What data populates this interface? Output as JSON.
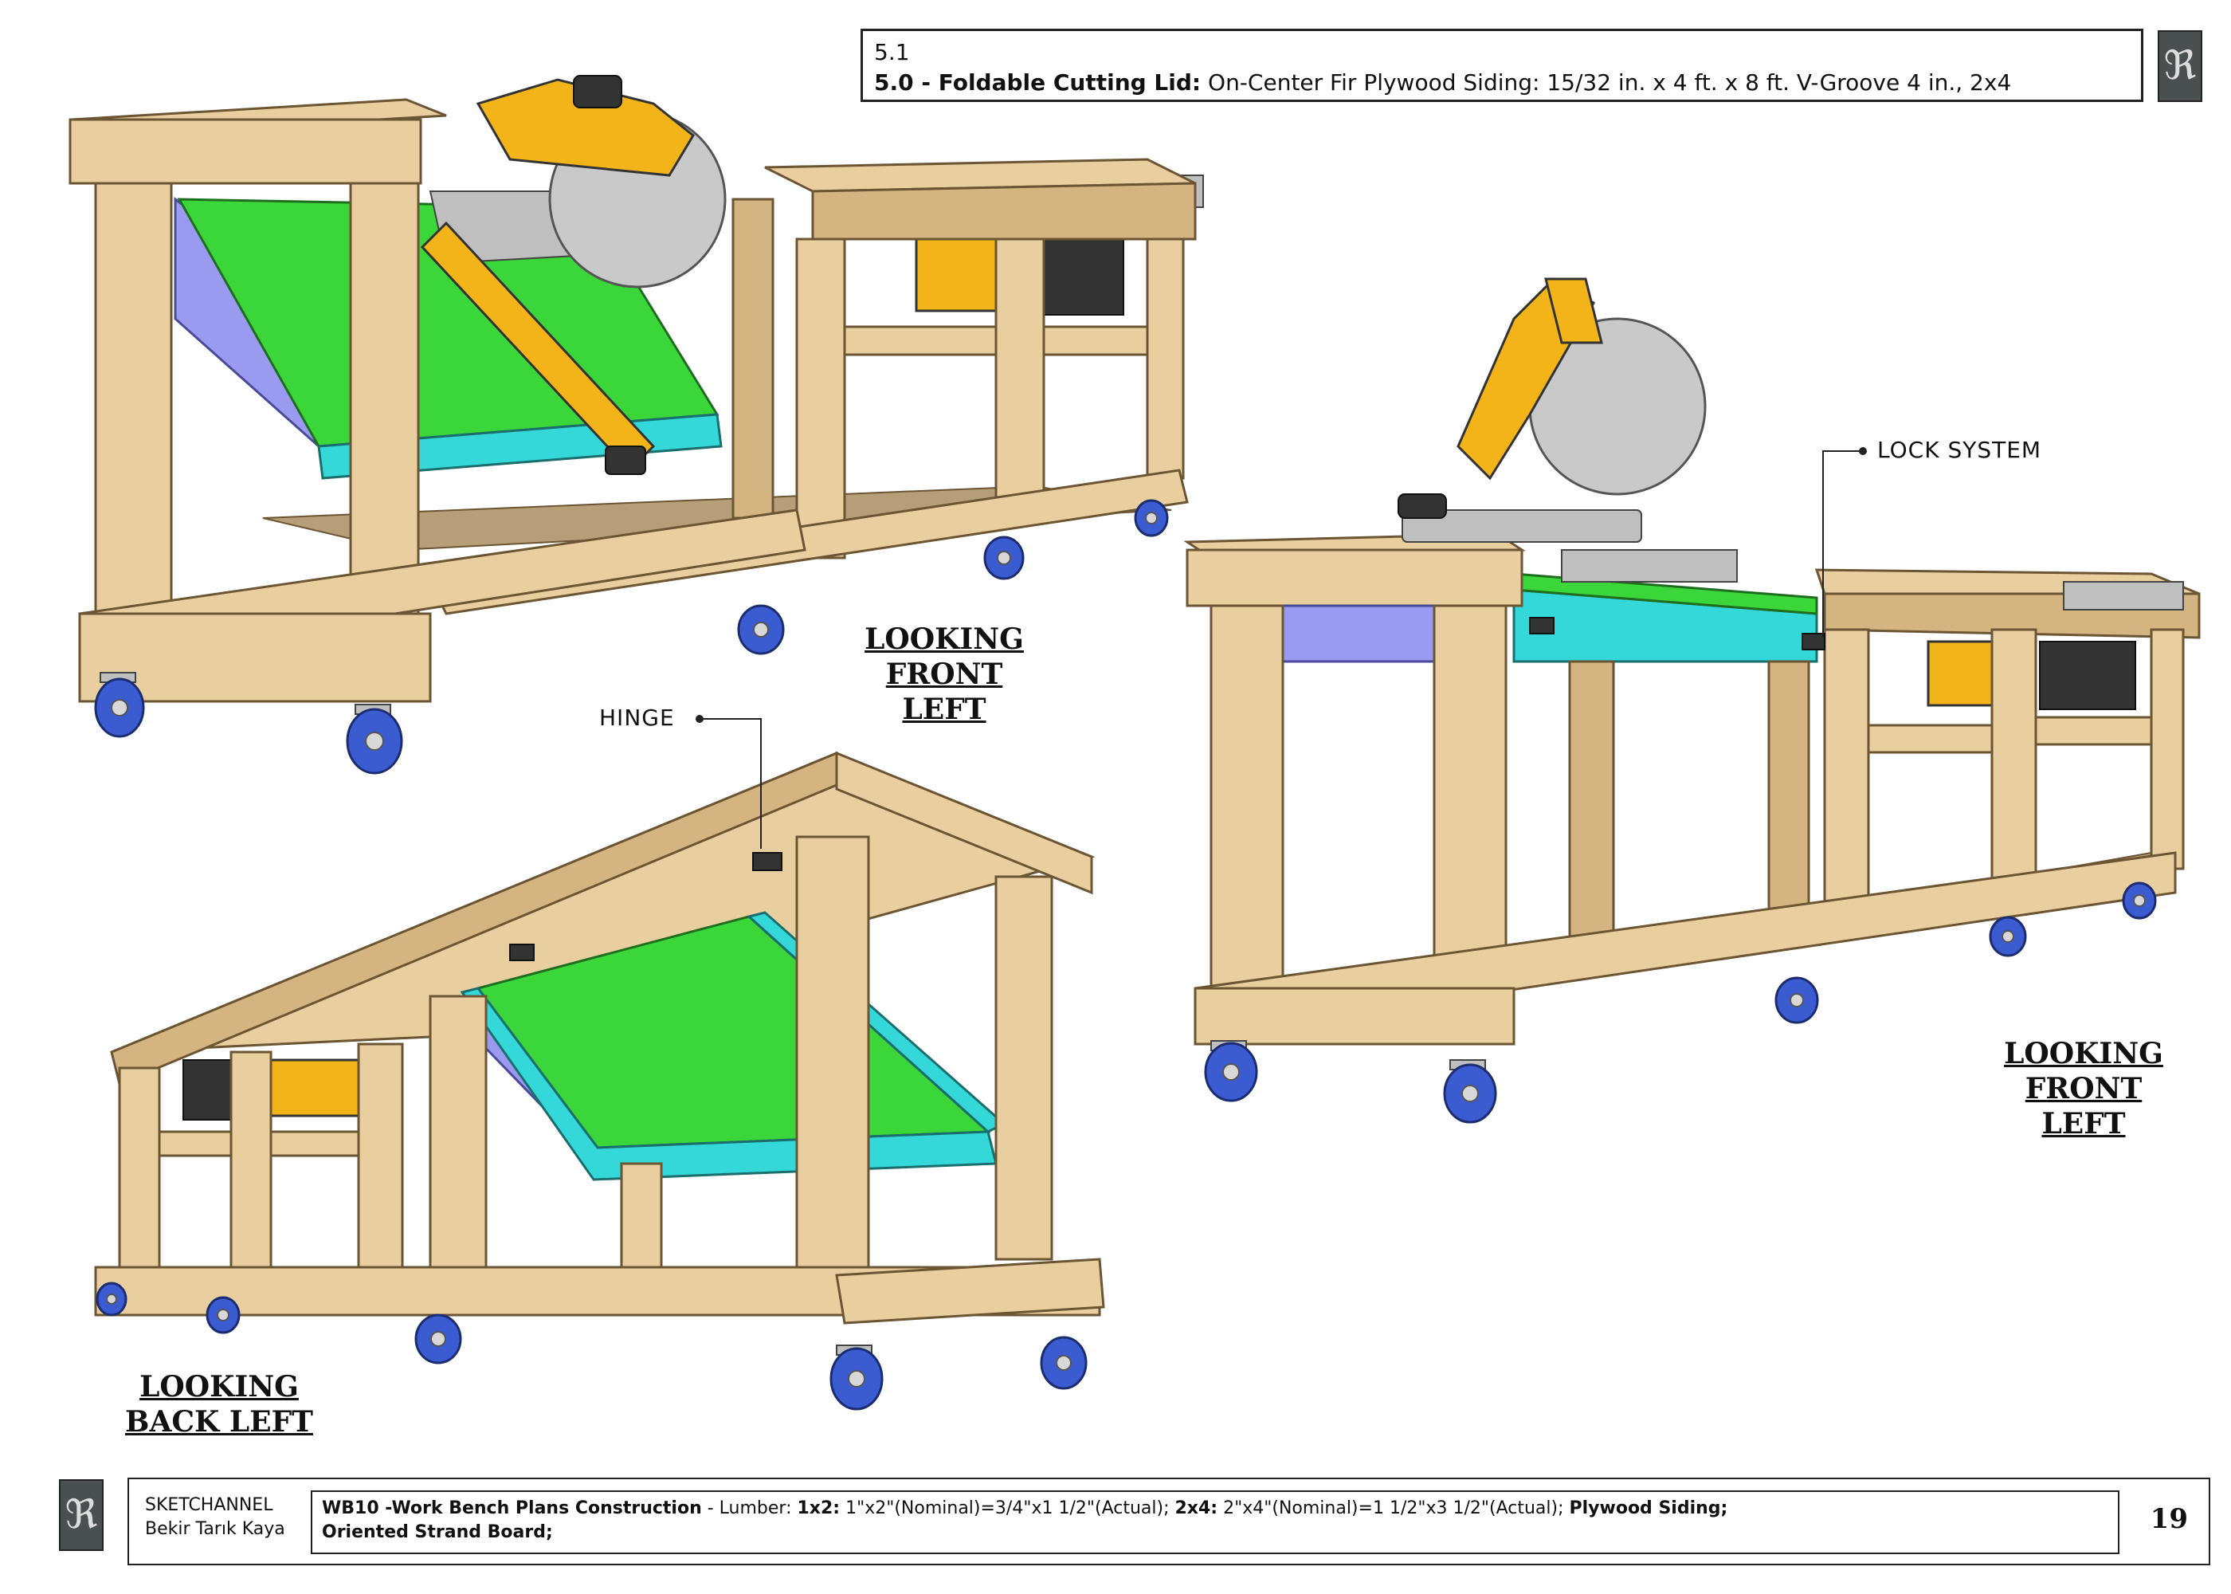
{
  "header": {
    "line1": "5.1",
    "label": "5.0 - Foldable Cutting Lid:",
    "description": " On-Center Fir Plywood Siding: 15/32 in. x 4 ft. x 8 ft. V-Groove 4 in., 2x4"
  },
  "views": [
    {
      "line1": "LOOKING",
      "line2": "FRONT LEFT"
    },
    {
      "line1": "LOOKING",
      "line2": "FRONT LEFT"
    },
    {
      "line1": "LOOKING",
      "line2": "BACK LEFT"
    }
  ],
  "callouts": {
    "hinge": "HINGE",
    "lock_system": "LOCK SYSTEM"
  },
  "footer": {
    "brand": "SKETCHANNEL",
    "author": "Bekir Tarık Kaya",
    "project_title": "WB10 -Work Bench Plans Construction",
    "lumber_prefix": " - Lumber: ",
    "lumber_1x2_label": "1x2:",
    "lumber_1x2_text": " 1\"x2\"(Nominal)=3/4\"x1 1/2\"(Actual); ",
    "lumber_2x4_label": "2x4:",
    "lumber_2x4_text": " 2\"x4\"(Nominal)=1 1/2\"x3 1/2\"(Actual); ",
    "plywood_label": "Plywood Siding;",
    "osb_label": "Oriented Strand Board;",
    "page_number": "19"
  },
  "colors": {
    "lumber": "#e9cfa0",
    "lumber_edge": "#6b5533",
    "lid_top": "#3ad63a",
    "lid_edge": "#35d8d8",
    "lid_side": "#9a9af0",
    "saw_yellow": "#f2b418",
    "saw_blade": "#c9c9c9",
    "caster_wheel": "#3b5bd1"
  },
  "icons": [
    "sketchannel-logo-icon",
    "miter-saw-icon",
    "table-saw-icon",
    "caster-icon",
    "hinge-icon"
  ]
}
